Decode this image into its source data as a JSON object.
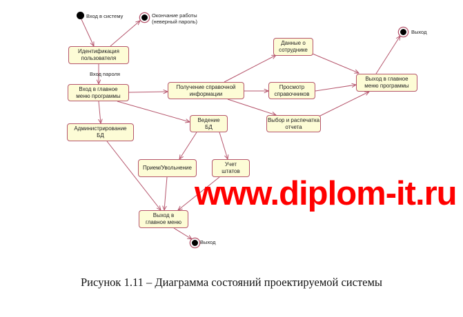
{
  "diagram": {
    "start_label": "Вход в систему",
    "end_fail_label": "Окончание работы (неверный пароль)",
    "end_right_label": "Выход",
    "end_bottom_label": "Выход",
    "edge_password_label": "Вход пароля",
    "nodes": {
      "ident": "Идентификация\nпользователя",
      "menu": "Вход в главное\nменю программы",
      "info": "Получение справочной\nинформации",
      "employee": "Данные о\nсотруднике",
      "refs": "Просмотр\nсправочников",
      "exit_right": "Выход в главное\nменю программы",
      "report": "Выбор и распечатка\nотчета",
      "db": "Ведение\nБД",
      "admin": "Администрирование\nБД",
      "hire": "Прием/Увольнение",
      "staff": "Учет\nштатов",
      "exit_bottom": "Выход в\nглавное меню"
    },
    "colors": {
      "node_fill": "#fdfcd6",
      "edge": "#b5546b",
      "watermark": "#ff0000"
    }
  },
  "watermark": "www.diplom-it.ru",
  "caption": "Рисунок 1.11 – Диаграмма состояний проектируемой системы"
}
